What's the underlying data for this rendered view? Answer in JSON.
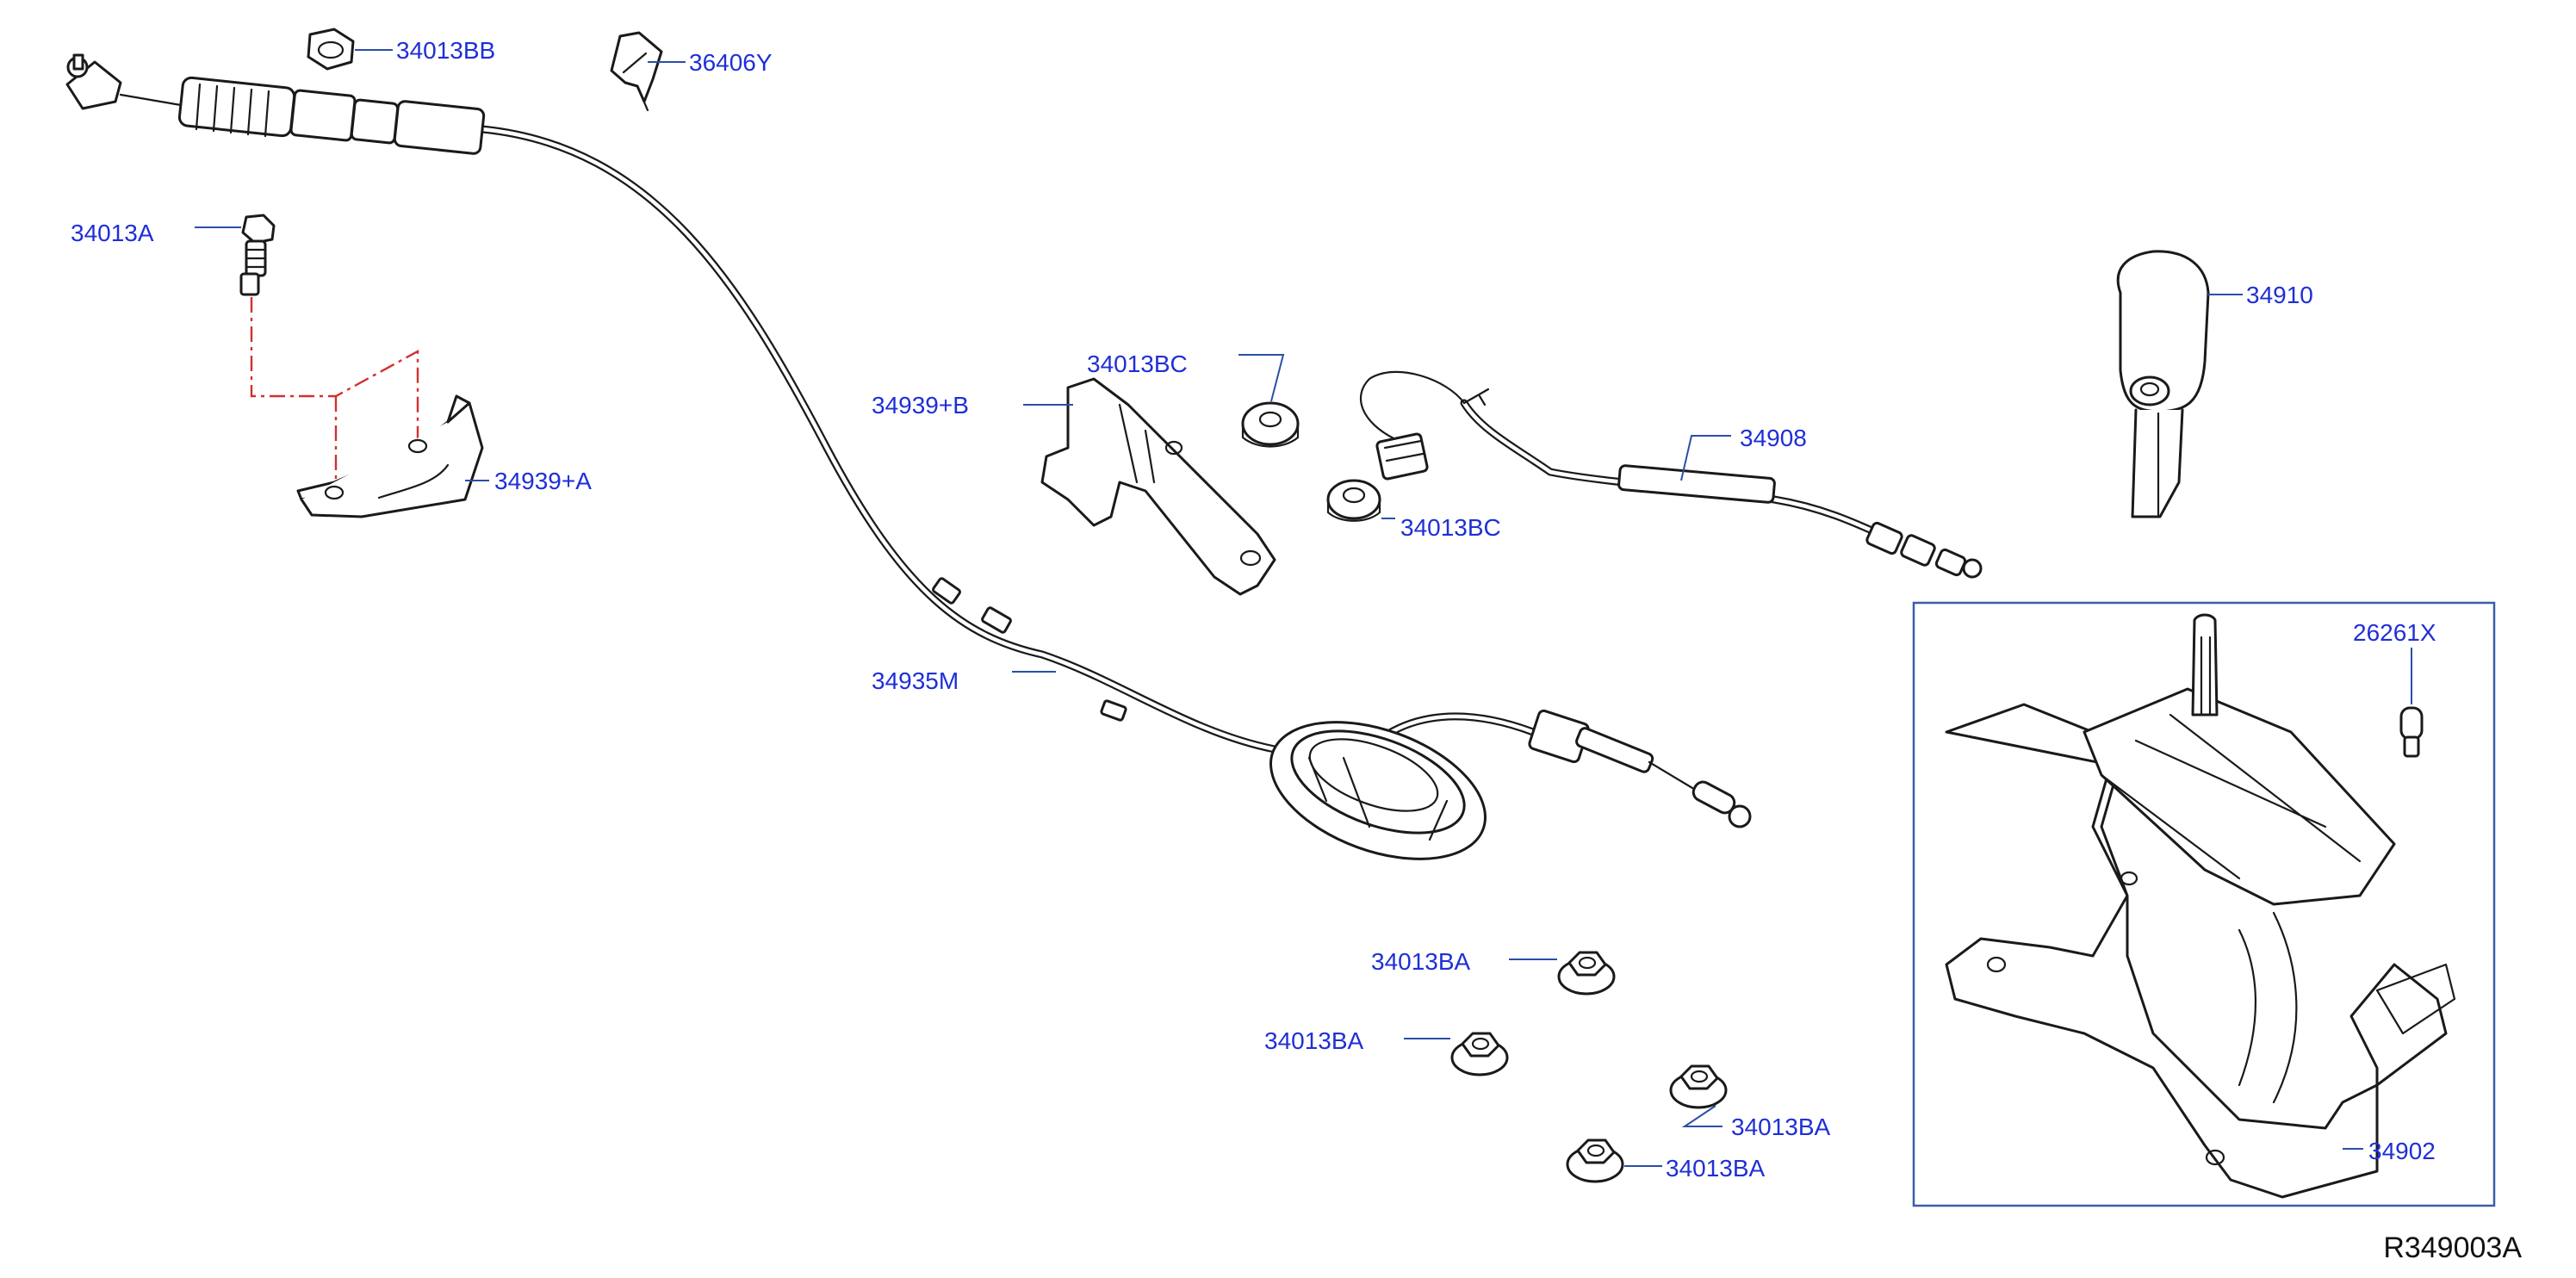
{
  "diagram": {
    "reference_code": "R349003A",
    "colors": {
      "callout_text": "#1f2fd6",
      "leader_line": "#2b4fa6",
      "assembly_box": "#3a5ea8",
      "alignment_dashed_line": "#d23030",
      "part_outline": "#1a1a1a"
    },
    "callouts": [
      {
        "id": "c1",
        "label": "34013BB"
      },
      {
        "id": "c2",
        "label": "36406Y"
      },
      {
        "id": "c3",
        "label": "34013A"
      },
      {
        "id": "c4",
        "label": "34939+A"
      },
      {
        "id": "c5",
        "label": "34013BC"
      },
      {
        "id": "c6",
        "label": "34939+B"
      },
      {
        "id": "c7",
        "label": "34908"
      },
      {
        "id": "c8",
        "label": "34013BC"
      },
      {
        "id": "c9",
        "label": "34910"
      },
      {
        "id": "c10",
        "label": "34935M"
      },
      {
        "id": "c11",
        "label": "26261X"
      },
      {
        "id": "c12",
        "label": "34013BA"
      },
      {
        "id": "c13",
        "label": "34013BA"
      },
      {
        "id": "c14",
        "label": "34013BA"
      },
      {
        "id": "c15",
        "label": "34013BA"
      },
      {
        "id": "c16",
        "label": "34902"
      }
    ]
  }
}
